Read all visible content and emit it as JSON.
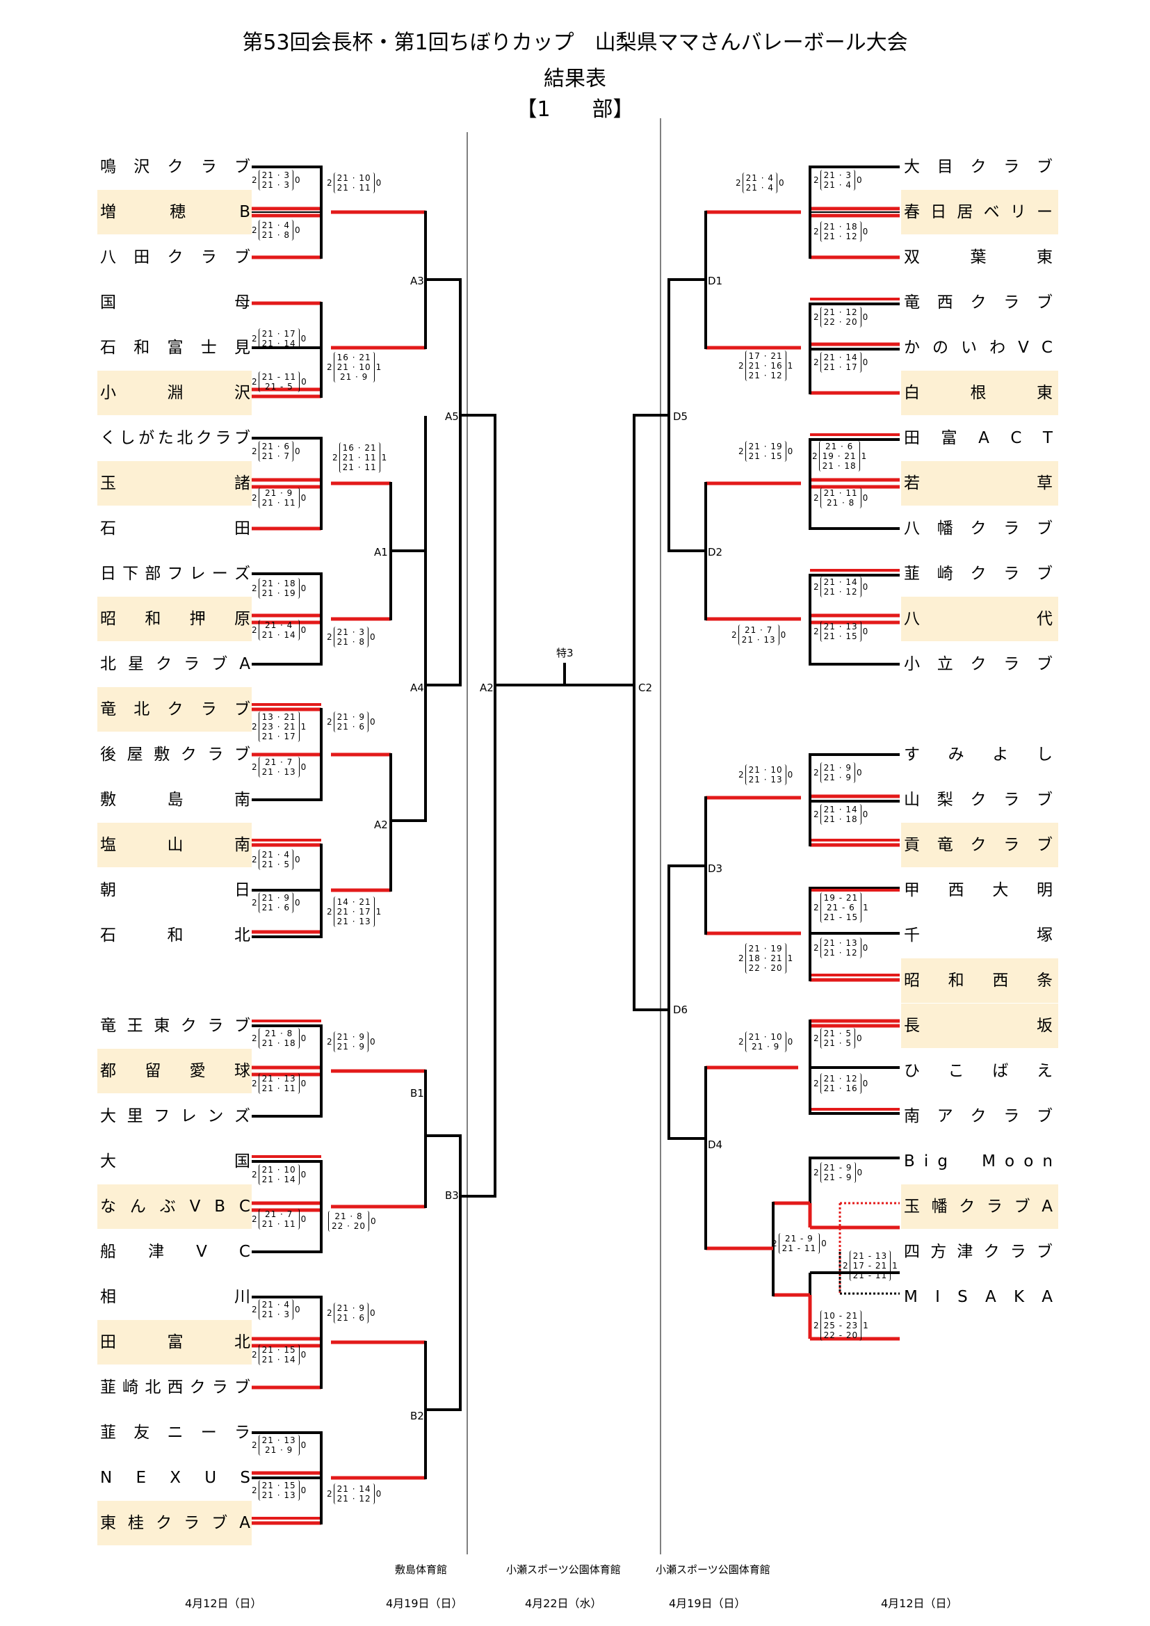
{
  "header": {
    "title": "第53回会長杯・第1回ちぼりカップ　山梨県ママさんバレーボール大会",
    "subtitle": "結果表",
    "division": "【1　　部】"
  },
  "colors": {
    "winner_line": "#e31a1a",
    "line": "#000000",
    "highlight": "#fdf0d3"
  },
  "left_teams": [
    {
      "name": "鳴沢クラブ",
      "highlight": false
    },
    {
      "name": "増穂B",
      "highlight": true
    },
    {
      "name": "八田クラブ",
      "highlight": false
    },
    {
      "name": "国母",
      "highlight": false
    },
    {
      "name": "石和富士見",
      "highlight": false
    },
    {
      "name": "小淵沢",
      "highlight": true
    },
    {
      "name": "くしがた北クラブ",
      "highlight": false
    },
    {
      "name": "玉諸",
      "highlight": true
    },
    {
      "name": "石田",
      "highlight": false
    },
    {
      "name": "日下部フレーズ",
      "highlight": false
    },
    {
      "name": "昭和押原",
      "highlight": true
    },
    {
      "name": "北星クラブA",
      "highlight": false
    },
    {
      "name": "竜北クラブ",
      "highlight": true
    },
    {
      "name": "後屋敷クラブ",
      "highlight": false
    },
    {
      "name": "敷島南",
      "highlight": false
    },
    {
      "name": "塩山南",
      "highlight": true
    },
    {
      "name": "朝日",
      "highlight": false
    },
    {
      "name": "石和北",
      "highlight": false
    },
    {
      "name": "竜王東クラブ",
      "highlight": false
    },
    {
      "name": "都留愛球",
      "highlight": true
    },
    {
      "name": "大里フレンズ",
      "highlight": false
    },
    {
      "name": "大国",
      "highlight": false
    },
    {
      "name": "なんぶVBC",
      "highlight": true
    },
    {
      "name": "船津VC",
      "highlight": false
    },
    {
      "name": "相川",
      "highlight": false
    },
    {
      "name": "田富北",
      "highlight": true
    },
    {
      "name": "韮崎北西クラブ",
      "highlight": false
    },
    {
      "name": "韮友ニーラ",
      "highlight": false
    },
    {
      "name": "NEXUS",
      "highlight": false
    },
    {
      "name": "東桂クラブA",
      "highlight": true
    }
  ],
  "right_teams": [
    {
      "name": "大目クラブ",
      "highlight": false
    },
    {
      "name": "春日居ベリー",
      "highlight": true
    },
    {
      "name": "双葉東",
      "highlight": false
    },
    {
      "name": "竜西クラブ",
      "highlight": false
    },
    {
      "name": "かのいわVC",
      "highlight": false
    },
    {
      "name": "白根東",
      "highlight": true
    },
    {
      "name": "田富ACT",
      "highlight": false
    },
    {
      "name": "若草",
      "highlight": true
    },
    {
      "name": "八幡クラブ",
      "highlight": false
    },
    {
      "name": "韮崎クラブ",
      "highlight": false
    },
    {
      "name": "八代",
      "highlight": true
    },
    {
      "name": "小立クラブ",
      "highlight": false
    },
    {
      "name": "すみよし",
      "highlight": false
    },
    {
      "name": "山梨クラブ",
      "highlight": false
    },
    {
      "name": "貢竜クラブ",
      "highlight": true
    },
    {
      "name": "甲西大明",
      "highlight": false
    },
    {
      "name": "千塚",
      "highlight": false
    },
    {
      "name": "昭和西条",
      "highlight": true
    },
    {
      "name": "長坂",
      "highlight": true
    },
    {
      "name": "ひこばえ",
      "highlight": false
    },
    {
      "name": "南アクラブ",
      "highlight": false
    },
    {
      "name": "Big Moon",
      "highlight": false
    },
    {
      "name": "玉幡クラブA",
      "highlight": true
    },
    {
      "name": "四方津クラブ",
      "highlight": false
    },
    {
      "name": "MISAKA",
      "highlight": false
    }
  ],
  "scores": [
    {
      "w": "2",
      "sets": [
        "21 · 3",
        "21 · 3"
      ],
      "l": "0"
    },
    {
      "w": "2",
      "sets": [
        "21 · 4",
        "21 · 8"
      ],
      "l": "0"
    },
    {
      "w": "2",
      "sets": [
        "21 · 10",
        "21 · 11"
      ],
      "l": "0"
    },
    {
      "w": "2",
      "sets": [
        "21 · 17",
        "21 · 14"
      ],
      "l": "0"
    },
    {
      "w": "2",
      "sets": [
        "21 - 11",
        "21 - 5"
      ],
      "l": "0"
    },
    {
      "w": "2",
      "sets": [
        "16 · 21",
        "21 · 10",
        "21 · 9"
      ],
      "l": "1"
    },
    {
      "w": "2",
      "sets": [
        "21 · 6",
        "21 · 7"
      ],
      "l": "0"
    },
    {
      "w": "2",
      "sets": [
        "16 · 21",
        "21 · 11",
        "21 · 11"
      ],
      "l": "1"
    },
    {
      "w": "2",
      "sets": [
        "21 · 9",
        "21 · 11"
      ],
      "l": "0"
    },
    {
      "w": "2",
      "sets": [
        "21 · 18",
        "21 · 19"
      ],
      "l": "0"
    },
    {
      "w": "2",
      "sets": [
        "21 · 4",
        "21 · 14"
      ],
      "l": "0"
    },
    {
      "w": "2",
      "sets": [
        "21 · 3",
        "21 · 8"
      ],
      "l": "0"
    },
    {
      "w": "2",
      "sets": [
        "13 · 21",
        "23 · 21",
        "21 · 17"
      ],
      "l": "1"
    },
    {
      "w": "2",
      "sets": [
        "21 · 9",
        "21 · 6"
      ],
      "l": "0"
    },
    {
      "w": "2",
      "sets": [
        "21 · 7",
        "21 · 13"
      ],
      "l": "0"
    },
    {
      "w": "2",
      "sets": [
        "21 · 4",
        "21 · 5"
      ],
      "l": "0"
    },
    {
      "w": "2",
      "sets": [
        "21 · 9",
        "21 · 6"
      ],
      "l": "0"
    },
    {
      "w": "2",
      "sets": [
        "14 · 21",
        "21 · 17",
        "21 · 13"
      ],
      "l": "1"
    },
    {
      "w": "2",
      "sets": [
        "21 · 8",
        "21 · 18"
      ],
      "l": "0"
    },
    {
      "w": "2",
      "sets": [
        "21 · 9",
        "21 · 9"
      ],
      "l": "0"
    },
    {
      "w": "2",
      "sets": [
        "21 · 13",
        "21 · 11"
      ],
      "l": "0"
    },
    {
      "w": "2",
      "sets": [
        "21 · 10",
        "21 · 14"
      ],
      "l": "0"
    },
    {
      "w": "2",
      "sets": [
        "21 · 7",
        "21 · 11"
      ],
      "l": "0"
    },
    {
      "w": "",
      "sets": [
        "21 · 8",
        "22 · 20"
      ],
      "l": "0"
    },
    {
      "w": "2",
      "sets": [
        "21 · 4",
        "21 · 3"
      ],
      "l": "0"
    },
    {
      "w": "2",
      "sets": [
        "21 · 9",
        "21 · 6"
      ],
      "l": "0"
    },
    {
      "w": "2",
      "sets": [
        "21 · 15",
        "21 · 14"
      ],
      "l": "0"
    },
    {
      "w": "2",
      "sets": [
        "21 · 13",
        "21 · 9"
      ],
      "l": "0"
    },
    {
      "w": "2",
      "sets": [
        "21 · 15",
        "21 · 13"
      ],
      "l": "0"
    },
    {
      "w": "2",
      "sets": [
        "21 · 14",
        "21 · 12"
      ],
      "l": "0"
    },
    {
      "w": "2",
      "sets": [
        "21 · 4",
        "21 · 4"
      ],
      "l": "0"
    },
    {
      "w": "2",
      "sets": [
        "21 · 3",
        "21 · 4"
      ],
      "l": "0"
    },
    {
      "w": "2",
      "sets": [
        "21 · 18",
        "21 · 12"
      ],
      "l": "0"
    },
    {
      "w": "2",
      "sets": [
        "21 · 12",
        "22 · 20"
      ],
      "l": "0"
    },
    {
      "w": "2",
      "sets": [
        "17 · 21",
        "21 · 16",
        "21 · 12"
      ],
      "l": "1"
    },
    {
      "w": "2",
      "sets": [
        "21 · 14",
        "21 · 17"
      ],
      "l": "0"
    },
    {
      "w": "2",
      "sets": [
        "21 · 19",
        "21 · 15"
      ],
      "l": "0"
    },
    {
      "w": "2",
      "sets": [
        "21 · 6",
        "19 · 21",
        "21 · 18"
      ],
      "l": "1"
    },
    {
      "w": "2",
      "sets": [
        "21 · 11",
        "21 · 8"
      ],
      "l": "0"
    },
    {
      "w": "2",
      "sets": [
        "21 · 14",
        "21 · 12"
      ],
      "l": "0"
    },
    {
      "w": "2",
      "sets": [
        "21 · 7",
        "21 · 13"
      ],
      "l": "0"
    },
    {
      "w": "2",
      "sets": [
        "21 · 13",
        "21 · 15"
      ],
      "l": "0"
    },
    {
      "w": "2",
      "sets": [
        "21 · 10",
        "21 · 13"
      ],
      "l": "0"
    },
    {
      "w": "2",
      "sets": [
        "21 · 9",
        "21 · 9"
      ],
      "l": "0"
    },
    {
      "w": "2",
      "sets": [
        "21 · 14",
        "21 · 18"
      ],
      "l": "0"
    },
    {
      "w": "2",
      "sets": [
        "19 - 21",
        "21 - 6",
        "21 - 15"
      ],
      "l": "1"
    },
    {
      "w": "2",
      "sets": [
        "21 · 19",
        "18 · 21",
        "22 · 20"
      ],
      "l": "1"
    },
    {
      "w": "2",
      "sets": [
        "21 · 13",
        "21 · 12"
      ],
      "l": "0"
    },
    {
      "w": "2",
      "sets": [
        "21 · 10",
        "21 · 9"
      ],
      "l": "0"
    },
    {
      "w": "2",
      "sets": [
        "21 · 5",
        "21 · 5"
      ],
      "l": "0"
    },
    {
      "w": "2",
      "sets": [
        "21 · 12",
        "21 · 16"
      ],
      "l": "0"
    },
    {
      "w": "2",
      "sets": [
        "21 - 9",
        "21 - 9"
      ],
      "l": "0"
    },
    {
      "w": "2",
      "sets": [
        "21 - 9",
        "21 - 11"
      ],
      "l": "0"
    },
    {
      "w": "2",
      "sets": [
        "21 - 13",
        "17 - 21",
        "21 - 11"
      ],
      "l": "1"
    },
    {
      "w": "2",
      "sets": [
        "10 - 21",
        "25 - 23",
        "22 - 20"
      ],
      "l": "1"
    }
  ],
  "match_labels": [
    "A3",
    "A5",
    "A1",
    "A4",
    "A2",
    "A2",
    "B1",
    "B3",
    "B2",
    "特3",
    "C2",
    "D1",
    "D5",
    "D2",
    "D3",
    "D6",
    "D4"
  ],
  "venues": [
    "敷島体育館",
    "小瀬スポーツ公園体育館",
    "小瀬スポーツ公園体育館"
  ],
  "dates": [
    "4月12日（日）",
    "4月19日（日）",
    "4月22日（水）",
    "4月19日（日）",
    "4月12日（日）"
  ]
}
